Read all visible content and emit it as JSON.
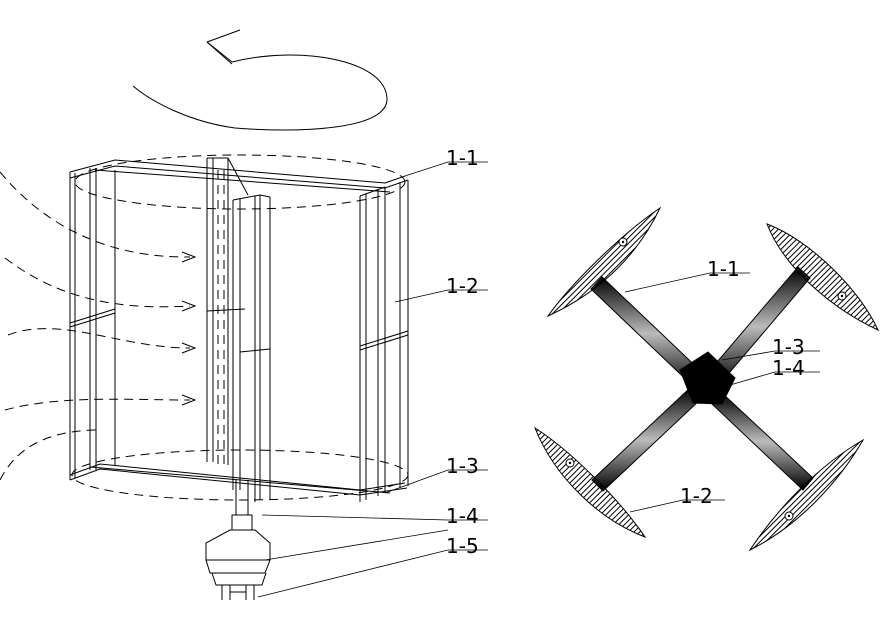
{
  "left_view": {
    "labels": {
      "top_plate": "1-1",
      "blade": "1-2",
      "bottom_plate": "1-3",
      "hub": "1-4",
      "shaft": "1-5"
    }
  },
  "right_view": {
    "labels": {
      "arm": "1-1",
      "blade": "1-2",
      "hub_a": "1-3",
      "hub_b": "1-4"
    }
  }
}
